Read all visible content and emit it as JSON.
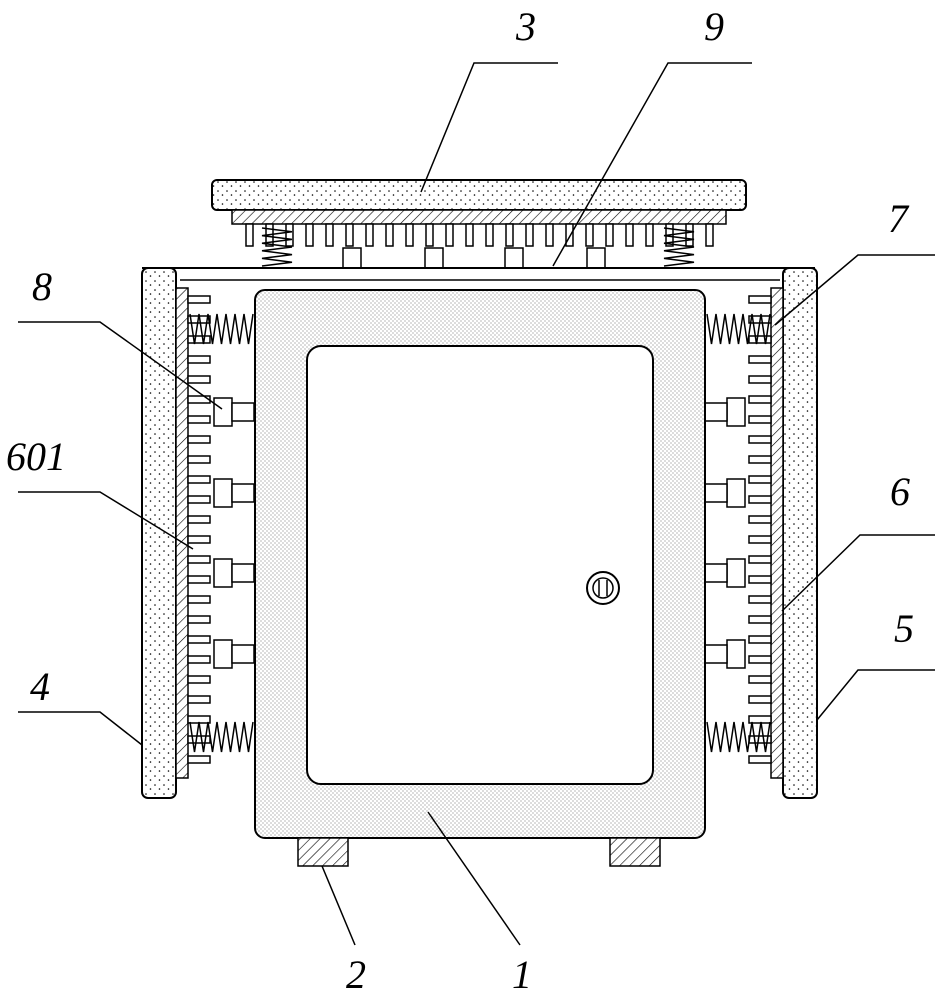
{
  "labels": {
    "body": "1",
    "foot": "2",
    "top_plate": "3",
    "left_side_plate": "4",
    "right_side_plate": "5",
    "inner_plate": "6",
    "inner_plate_sub": "601",
    "spring": "7",
    "buffer_block": "8",
    "top_inner_plate": "9"
  }
}
